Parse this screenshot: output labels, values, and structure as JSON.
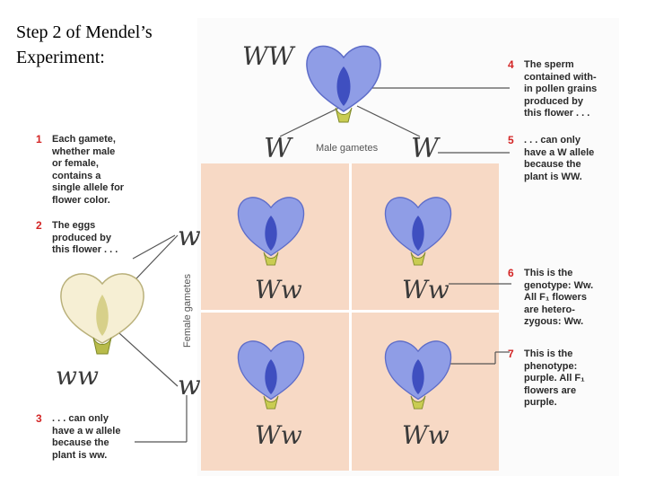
{
  "slide_title": "Step 2 of Mendel’s\nExperiment:",
  "parents": {
    "male_genotype": "WW",
    "female_genotype": "ww"
  },
  "gametes": {
    "male_label": "Male gametes",
    "female_label": "Female gametes",
    "male_allele_left": "W",
    "male_allele_right": "W",
    "female_allele_top": "w",
    "female_allele_bottom": "w"
  },
  "offspring": {
    "cells": [
      "Ww",
      "Ww",
      "Ww",
      "Ww"
    ]
  },
  "notes": [
    {
      "num": "1",
      "text": "Each gamete,\nwhether male\nor female,\ncontains a\nsingle allele for\nflower color."
    },
    {
      "num": "2",
      "text": "The eggs\nproduced by\nthis flower . . ."
    },
    {
      "num": "3",
      "text": ". . . can only\nhave a w allele\nbecause the\nplant is ww."
    },
    {
      "num": "4",
      "text": "The sperm\ncontained with-\nin pollen grains\nproduced by\nthis flower . . ."
    },
    {
      "num": "5",
      "text": ". . . can only\nhave a W allele\nbecause the\nplant is WW."
    },
    {
      "num": "6",
      "text": "This is the\ngenotype: Ww.\nAll F₁ flowers\nare hetero-\nzygous: Ww."
    },
    {
      "num": "7",
      "text": "This is the\nphenotype:\npurple. All F₁\nflowers are\npurple."
    }
  ],
  "colors": {
    "purple_flower": "#7f8fe0",
    "white_flower": "#f4ecd0",
    "punnett_bg": "#f7d9c5",
    "number_red": "#d32525"
  }
}
